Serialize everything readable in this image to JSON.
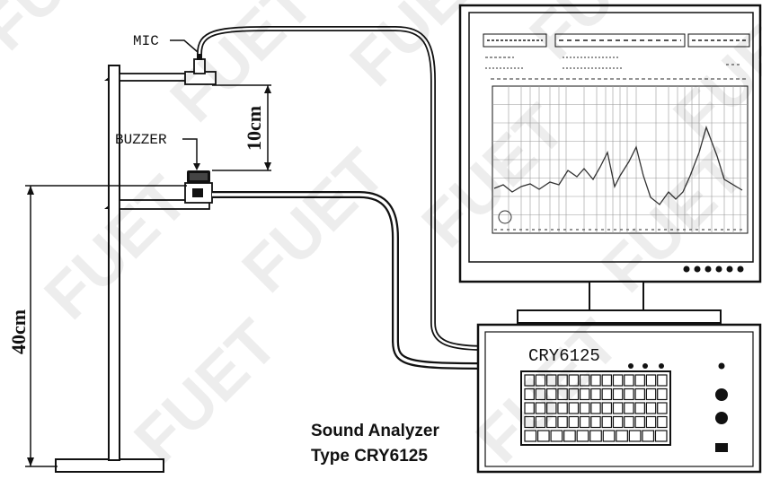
{
  "labels": {
    "mic": "MIC",
    "buzzer": "BUZZER",
    "dist_10": "10cm",
    "dist_40": "40cm",
    "device_model": "CRY6125",
    "analyzer_line1": "Sound Analyzer",
    "analyzer_line2": "Type CRY6125"
  },
  "watermark": "FUET"
}
